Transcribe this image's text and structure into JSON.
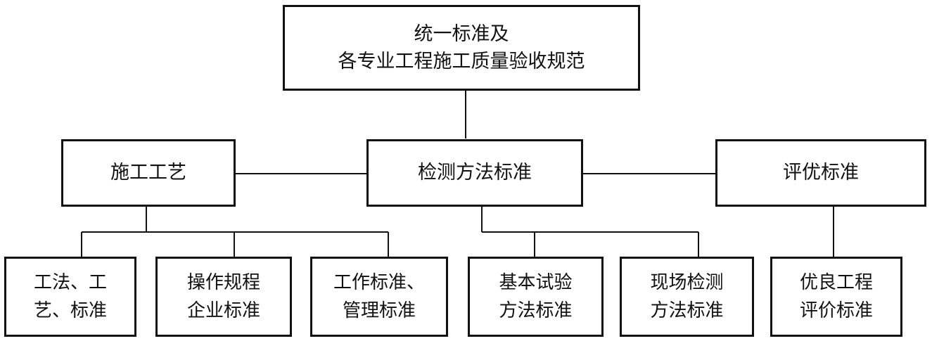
{
  "root": {
    "lines": [
      "统一标准及",
      "各专业工程施工质量验收规范"
    ]
  },
  "level2": {
    "left": "施工工艺",
    "center": "检测方法标准",
    "right": "评优标准"
  },
  "level3": {
    "left": [
      {
        "lines": [
          "工法、工",
          "艺、标准"
        ]
      },
      {
        "lines": [
          "操作规程",
          "企业标准"
        ]
      },
      {
        "lines": [
          "工作标准、",
          "管理标准"
        ]
      }
    ],
    "center": [
      {
        "lines": [
          "基本试验",
          "方法标准"
        ]
      },
      {
        "lines": [
          "现场检测",
          "方法标准"
        ]
      }
    ],
    "right": [
      {
        "lines": [
          "优良工程",
          "评价标准"
        ]
      }
    ]
  }
}
